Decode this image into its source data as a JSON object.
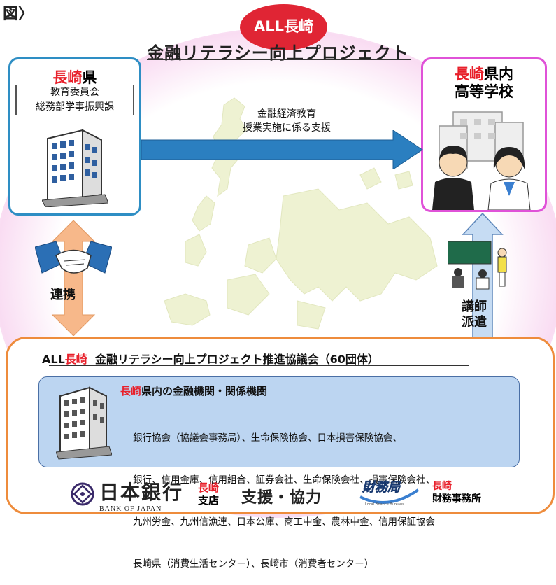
{
  "figure_label": "図〉",
  "badge": "ALL長崎",
  "title": "金融リテラシー向上プロジェクト",
  "left_box": {
    "prefecture": "長崎",
    "suffix": "県",
    "dept1": "教育委員会",
    "dept2": "総務部学事振興課"
  },
  "right_box": {
    "prefecture": "長崎",
    "suffix": "県内",
    "line2": "高等学校"
  },
  "arrow_label": {
    "line1": "金融経済教育",
    "line2": "授業実施に係る支援"
  },
  "collab_label": "連携",
  "dispatch_label": {
    "line1": "講師",
    "line2": "派遣"
  },
  "council": {
    "prefix": "ALL",
    "nagasaki": "長崎",
    "name": "金融リテラシー向上プロジェクト推進協議会（60団体）"
  },
  "institutions": {
    "nagasaki": "長崎",
    "title": "県内の金融機関・関係機関",
    "lines": [
      "銀行協会（協議会事務局）、生命保険協会、日本損害保険協会、",
      "銀行、信用金庫、信用組合、証券会社、生命保険会社、損害保険会社、",
      "九州労金、九州信漁連、日本公庫、商工中金、農林中金、信用保証協会",
      "長崎県（消費生活センター）、長崎市（消費者センター）"
    ]
  },
  "footer": {
    "boj_name": "日本銀行",
    "boj_en": "BANK OF JAPAN",
    "boj_branch_city": "長崎",
    "boj_branch": "支店",
    "support": "支援・協力",
    "lfb_logo": "財務局",
    "lfb_en": "Local Finance Bureaus",
    "finance_city": "長崎",
    "finance_office": "財務事務所"
  },
  "colors": {
    "accent_red": "#e8202b",
    "left_border": "#2e8ec4",
    "right_border": "#e052d8",
    "bottom_border": "#ee8c3c",
    "inner_fill": "#bcd5f1",
    "arrow_blue": "#2b7fc0",
    "arrow_orange": "#f7b88a",
    "arrow_lightblue": "#c6dcf3"
  }
}
